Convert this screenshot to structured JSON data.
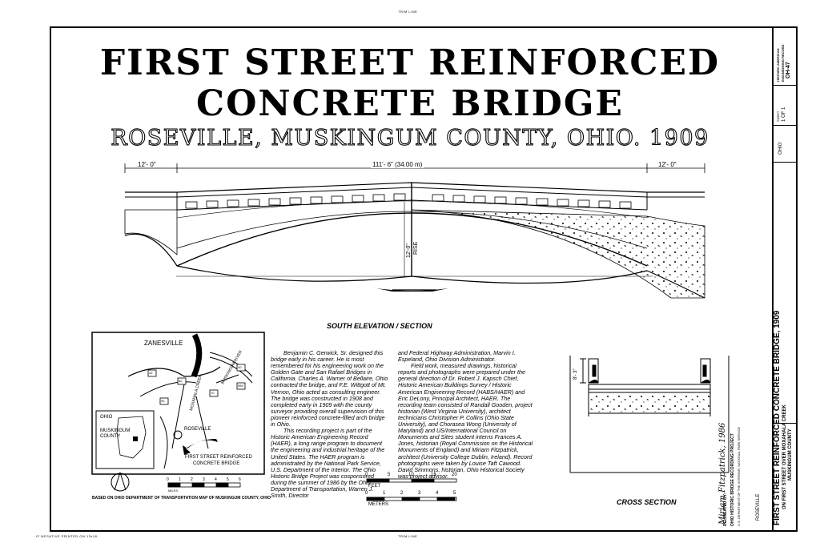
{
  "header": {
    "title_line1": "FIRST STREET REINFORCED",
    "title_line2": "CONCRETE BRIDGE",
    "subtitle": "ROSEVILLE, MUSKINGUM COUNTY, OHIO. 1909"
  },
  "trim": {
    "top": "TRIM LINE",
    "bottom": "TRIM LINE",
    "bottom_left": "IF NEGATIVE PRINTED ON 13x18"
  },
  "elevation": {
    "dim_left": "12'- 0\"",
    "dim_center": "111'- 6\" (34.00 m)",
    "dim_right": "12'- 0\"",
    "rise_value": "12'-0\"",
    "rise_label": "RISE",
    "caption": "SOUTH ELEVATION / SECTION"
  },
  "map": {
    "city": "ZANESVILLE",
    "river": "MUSKINGUM RIVER",
    "creek": "MOXAHALA CREEK",
    "town": "ROSEVILLE",
    "state": "OHIO",
    "county_line1": "MUSKINGUM",
    "county_line2": "COUNTY",
    "bridge_line1": "FIRST STREET REINFORCED",
    "bridge_line2": "CONCRETE BRIDGE",
    "routes": [
      "40",
      "22",
      "70",
      "93",
      "555",
      "60"
    ],
    "scale_unit": "MILES",
    "scale_ticks": [
      "0",
      "1",
      "2",
      "3",
      "4",
      "5",
      "6"
    ],
    "source": "BASED ON OHIO DEPARTMENT OF TRANSPORTATION MAP OF MUSKINGUM COUNTY, OHIO"
  },
  "text": {
    "col1_p1": "Benjamin C. Gerwick, Sr. designed this bridge early in his career. He is most remembered for his engineering work on the Golden Gate and San Rafael Bridges in California. Charles A. Warner of Bellaire, Ohio contracted the bridge, and F.E. Wittgott of Mt. Vernon, Ohio acted as consulting engineer. The bridge was constructed in 1908 and completed early in 1909 with the county surveyor providing overall supervision of this pioneer reinforced concrete-filled arch bridge in Ohio.",
    "col1_p2": "This recording project is part of the Historic American Engineering Record (HAER), a long range program to document the engineering and industrial heritage of the United States. The HAER program is administrated by the National Park Service, U.S. Department of the Interior. The Ohio Historic Bridge Project was cosponsored during the summer of 1986 by the Ohio Department of Transportation, Warren J. Smith, Director",
    "col2_p1": "and Federal Highway Administration, Marvin I. Espeland, Ohio Division Administrator.",
    "col2_p2": "Field work, measured drawings, historical reports and photographs were prepared under the general direction of Dr. Robert J. Kapsch Chief, Historic American Buildings Survey / Historic American Engineering Record (HABS/HAER) and Eric DeLony, Principal Architect, HAER. The recording team consisted of Randall Gooden, project historian (West Virginia University), architect technicians Christopher P. Collins (Ohio State University), and Chorasea Wong (University of Maryland) and US/International Council on Monuments and Sites student interns Frances A. Jones, historian (Royal Commission on the Historical Monuments of England) and Miriam Fitzpatrick, architect (University College Dublin, Ireland). Record photographs were taken by Louise Taft Cawood. David Simmons, historian, Ohio Historical Society was project advisor."
  },
  "scales": {
    "feet_label": "FEET",
    "feet_ticks": [
      "0",
      "5",
      "10",
      "15",
      "20"
    ],
    "meters_label": "METERS",
    "meters_ticks": [
      "0",
      "1",
      "2",
      "3",
      "4",
      "5"
    ]
  },
  "cross_section": {
    "caption": "CROSS SECTION",
    "dim": "8'- 3\""
  },
  "signature": "Miriam Fitzpatrick, 1986",
  "titleblock": {
    "delineated_by": "DELINEATED BY:",
    "project": "OHIO HISTORIC BRIDGE RECORDING PROJECT",
    "project_sub": "U.S. DEPARTMENT OF THE INTERIOR, NATIONAL PARK SERVICE",
    "main_title": "FIRST STREET REINFORCED CONCRETE BRIDGE, 1909",
    "location_line": "ON FIRST STREET OVER MOXAHALA CREEK",
    "town": "ROSEVILLE",
    "county": "MUSKINGUM COUNTY",
    "state": "OHIO",
    "record_line1": "HISTORIC AMERICAN",
    "record_line2": "ENGINEERING RECORD",
    "number": "OH-47",
    "sheet_label": "SHEET",
    "sheet_number": "1 OF 1"
  }
}
